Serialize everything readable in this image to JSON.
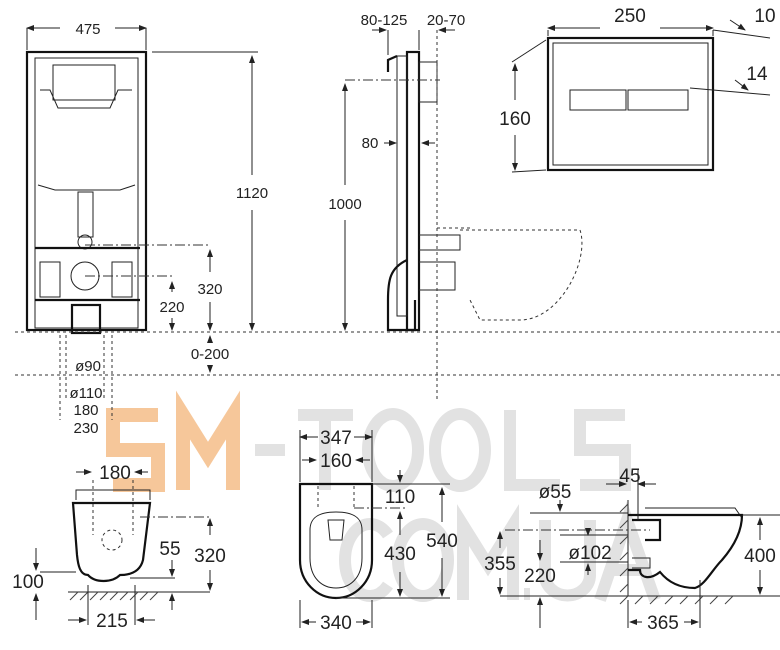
{
  "watermark": {
    "part1": "SM",
    "part2": "-TOOLS",
    "part3": "COM.UA"
  },
  "frame_front": {
    "width": "475",
    "height": "1120",
    "drain_height": "320",
    "inlet_height": "220",
    "floor_range": "0-200",
    "pipe_d90": "ø90",
    "pipe_d110": "ø110",
    "spacing_180": "180",
    "spacing_230": "230"
  },
  "frame_side": {
    "depth_range": "80-125",
    "wall_range": "20-70",
    "depth": "80",
    "button_height": "1000"
  },
  "flush_plate": {
    "width": "250",
    "thickness": "10",
    "projection": "14",
    "height": "160"
  },
  "toilet_rear": {
    "bolt_spacing": "180",
    "bolt_offset": "55",
    "height": "320",
    "bottom": "100",
    "outlet_width": "215"
  },
  "toilet_top": {
    "seat_width": "347",
    "hinge_spacing": "160",
    "hinge_offset": "110",
    "length": "540",
    "bowl_length": "430",
    "width": "340"
  },
  "toilet_side": {
    "wall_gap": "45",
    "inlet_d": "ø55",
    "outlet_d": "ø102",
    "inlet_height": "355",
    "outlet_height": "220",
    "height": "400",
    "projection": "365"
  }
}
